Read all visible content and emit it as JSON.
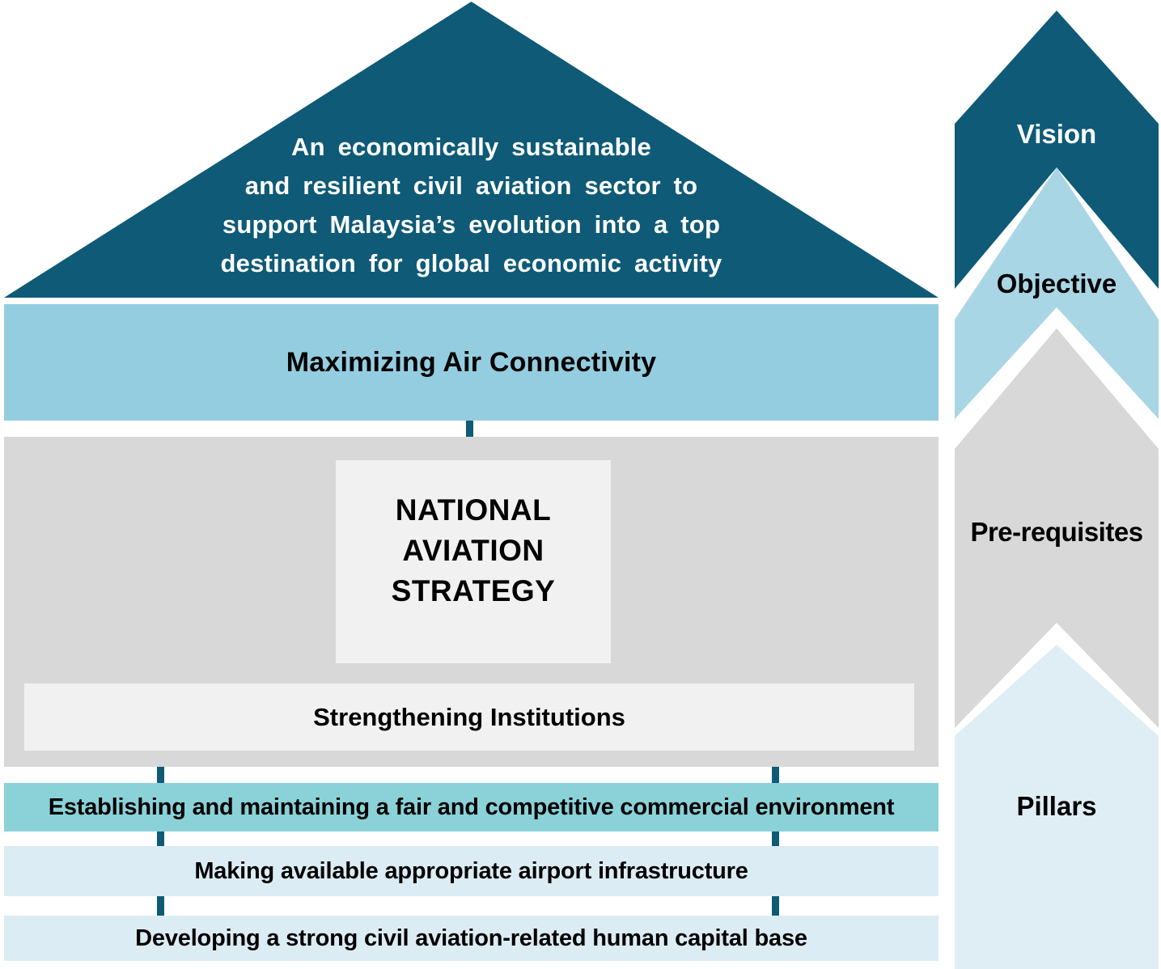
{
  "diagram": {
    "vision_statement": {
      "lines": [
        "An economically sustainable",
        "and resilient civil aviation sector to",
        "support Malaysia’s evolution into a top",
        "destination for global economic activity"
      ]
    },
    "objective_band": {
      "label": "Maximizing Air Connectivity"
    },
    "strategy_box": {
      "lines": [
        "NATIONAL",
        "AVIATION",
        "STRATEGY"
      ]
    },
    "prerequisite_band": {
      "label": "Strengthening Institutions"
    },
    "pillar_bands": [
      {
        "label": "Establishing and maintaining a fair and competitive commercial environment"
      },
      {
        "label": "Making available appropriate airport infrastructure"
      },
      {
        "label": "Developing a strong civil aviation-related human capital base"
      }
    ],
    "rail": {
      "vision": "Vision",
      "objective": "Objective",
      "prerequisites": "Pre-requisites",
      "pillars": "Pillars"
    },
    "colors": {
      "dark_teal": "#0e5a77",
      "light_blue_band": "#94cde0",
      "objective_chevron": "#a9d6e5",
      "gray": "#d8d8d8",
      "teal_pillar_band": "#8bd1d8",
      "pale_blue_band": "#dcecf4",
      "pillars_chevron": "#dfeef5",
      "panel_light": "#f1f1f1",
      "connector": "#0e5a77"
    }
  }
}
